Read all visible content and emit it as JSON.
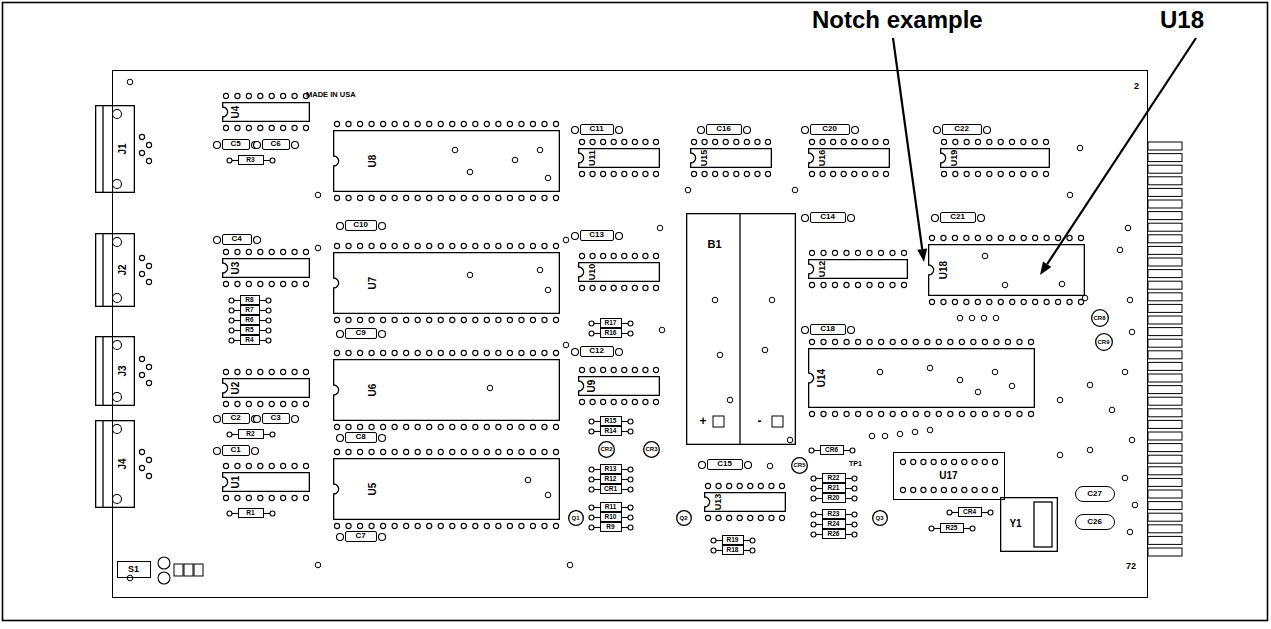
{
  "diagram": {
    "nodes": [
      {
        "text": [
          "MADE IN USA"
        ]
      },
      {
        "text": [
          "J1"
        ],
        "in": 0
      },
      {
        "text": [
          "J2"
        ],
        "in": 0
      },
      {
        "text": [
          "J3"
        ],
        "in": 0
      },
      {
        "text": [
          "J4"
        ],
        "in": 0
      },
      {
        "text": [
          "S1"
        ],
        "in": 0
      },
      {
        "text": [
          "U4"
        ],
        "in": 0
      },
      {
        "text": [
          "C5"
        ],
        "in": 0
      },
      {
        "text": [
          "C6"
        ],
        "in": 0
      },
      {
        "text": [
          "R3"
        ],
        "in": 0
      },
      {
        "text": [
          "C4"
        ],
        "in": 0
      },
      {
        "text": [
          "U3"
        ],
        "in": 0
      },
      {
        "text": [
          "R8"
        ],
        "in": 0
      },
      {
        "text": [
          "R7"
        ],
        "in": 0
      },
      {
        "text": [
          "R6"
        ],
        "in": 0
      },
      {
        "text": [
          "R5"
        ],
        "in": 0
      },
      {
        "text": [
          "R4"
        ],
        "in": 0
      },
      {
        "text": [
          "U2"
        ],
        "in": 0
      },
      {
        "text": [
          "C2"
        ],
        "in": 0
      },
      {
        "text": [
          "C3"
        ],
        "in": 0
      },
      {
        "text": [
          "R2"
        ],
        "in": 0
      },
      {
        "text": [
          "C1"
        ],
        "in": 0
      },
      {
        "text": [
          "U1"
        ],
        "in": 0
      },
      {
        "text": [
          "R1"
        ],
        "in": 0
      },
      {
        "text": [
          "U8"
        ],
        "in": 0
      },
      {
        "text": [
          "C10"
        ],
        "in": 0
      },
      {
        "text": [
          "U7"
        ],
        "in": 0
      },
      {
        "text": [
          "C9"
        ],
        "in": 0
      },
      {
        "text": [
          "U6"
        ],
        "in": 0
      },
      {
        "text": [
          "C8"
        ],
        "in": 0
      },
      {
        "text": [
          "U5"
        ],
        "in": 0
      },
      {
        "text": [
          "C7"
        ],
        "in": 0
      },
      {
        "text": [
          "C11"
        ],
        "in": 0
      },
      {
        "text": [
          "U11"
        ],
        "in": 0
      },
      {
        "text": [
          "C13"
        ],
        "in": 0
      },
      {
        "text": [
          "U10"
        ],
        "in": 0
      },
      {
        "text": [
          "R17"
        ],
        "in": 0
      },
      {
        "text": [
          "R16"
        ],
        "in": 0
      },
      {
        "text": [
          "C12"
        ],
        "in": 0
      },
      {
        "text": [
          "U9"
        ],
        "in": 0
      },
      {
        "text": [
          "R15"
        ],
        "in": 0
      },
      {
        "text": [
          "R14"
        ],
        "in": 0
      },
      {
        "text": [
          "CR2"
        ],
        "in": 0
      },
      {
        "text": [
          "CR3"
        ],
        "in": 0
      },
      {
        "text": [
          "R13"
        ],
        "in": 0
      },
      {
        "text": [
          "R12"
        ],
        "in": 0
      },
      {
        "text": [
          "CR1"
        ],
        "in": 0
      },
      {
        "text": [
          "Q1"
        ],
        "in": 0
      },
      {
        "text": [
          "R11"
        ],
        "in": 0
      },
      {
        "text": [
          "R10"
        ],
        "in": 0
      },
      {
        "text": [
          "R9"
        ],
        "in": 0
      },
      {
        "text": [
          "Q2"
        ],
        "in": 0
      },
      {
        "text": [
          "C16"
        ],
        "in": 0
      },
      {
        "text": [
          "U15"
        ],
        "in": 0
      },
      {
        "text": [
          "B1",
          "+",
          "-"
        ],
        "in": 0
      },
      {
        "text": [
          "C15"
        ],
        "in": 0
      },
      {
        "text": [
          "U13"
        ],
        "in": 0
      },
      {
        "text": [
          "R19"
        ],
        "in": 0
      },
      {
        "text": [
          "R18"
        ],
        "in": 0
      },
      {
        "text": [
          "C20"
        ],
        "in": 0
      },
      {
        "text": [
          "U16"
        ],
        "in": 0
      },
      {
        "text": [
          "C14"
        ],
        "in": 0
      },
      {
        "text": [
          "U12"
        ],
        "in": 0
      },
      {
        "text": [
          "C18"
        ],
        "in": 0
      },
      {
        "text": [
          "U14"
        ],
        "in": 0
      },
      {
        "text": [
          "C22"
        ],
        "in": 0
      },
      {
        "text": [
          "U19"
        ],
        "in": 0
      },
      {
        "text": [
          "C21"
        ],
        "in": 0
      },
      {
        "text": [
          "U18"
        ],
        "in": 0
      },
      {
        "text": [
          "CR8"
        ],
        "in": 0
      },
      {
        "text": [
          "CR9"
        ],
        "in": 0
      },
      {
        "text": [
          "CR6"
        ],
        "in": 0
      },
      {
        "text": [
          "CR5"
        ],
        "in": 0
      },
      {
        "text": [
          "R22"
        ],
        "in": 0
      },
      {
        "text": [
          "R21"
        ],
        "in": 0
      },
      {
        "text": [
          "R20"
        ],
        "in": 0
      },
      {
        "text": [
          "R23"
        ],
        "in": 0
      },
      {
        "text": [
          "R24"
        ],
        "in": 0
      },
      {
        "text": [
          "R26"
        ],
        "in": 0
      },
      {
        "text": [
          "Q3"
        ],
        "in": 0
      },
      {
        "text": [
          "U17"
        ],
        "in": 0
      },
      {
        "text": [
          "CR4"
        ],
        "in": 0
      },
      {
        "text": [
          "R25"
        ],
        "in": 0
      },
      {
        "text": [
          "Y1"
        ],
        "in": 0
      },
      {
        "text": [
          "C27"
        ],
        "in": 0
      },
      {
        "text": [
          "C26"
        ],
        "in": 0
      }
    ],
    "labels": [
      "Notch example",
      "U18",
      "2",
      "72",
      "TP1"
    ]
  }
}
